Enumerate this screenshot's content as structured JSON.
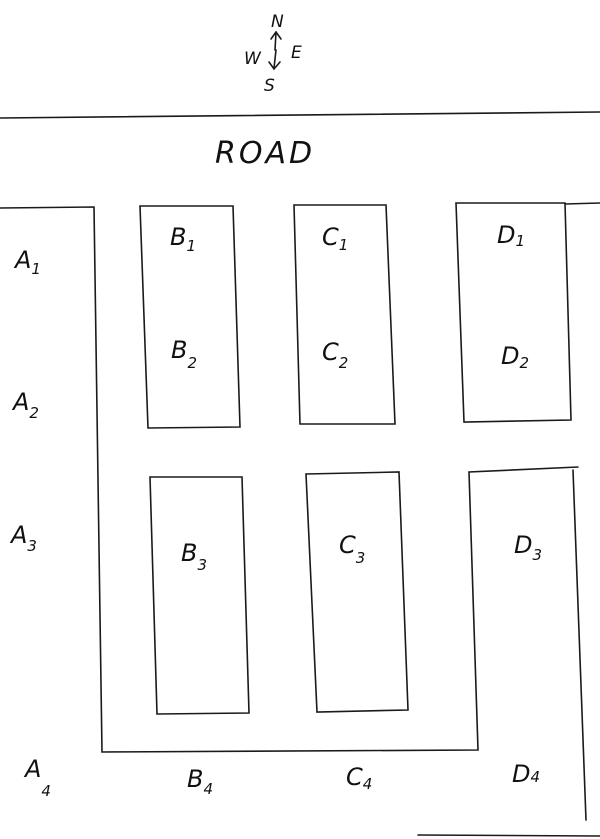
{
  "compass": {
    "north": "N",
    "south": "S",
    "east": "E",
    "west": "W"
  },
  "road_label": "ROAD",
  "lots": {
    "A1": {
      "letter": "A",
      "number": "1"
    },
    "A2": {
      "letter": "A",
      "number": "2"
    },
    "A3": {
      "letter": "A",
      "number": "3"
    },
    "A4": {
      "letter": "A",
      "number": "4"
    },
    "B1": {
      "letter": "B",
      "number": "1"
    },
    "B2": {
      "letter": "B",
      "number": "2"
    },
    "B3": {
      "letter": "B",
      "number": "3"
    },
    "B4": {
      "letter": "B",
      "number": "4"
    },
    "C1": {
      "letter": "C",
      "number": "1"
    },
    "C2": {
      "letter": "C",
      "number": "2"
    },
    "C3": {
      "letter": "C",
      "number": "3"
    },
    "C4": {
      "letter": "C",
      "number": "4"
    },
    "D1": {
      "letter": "D",
      "number": "1"
    },
    "D2": {
      "letter": "D",
      "number": "2"
    },
    "D3": {
      "letter": "D",
      "number": "3"
    },
    "D4": {
      "letter": "D",
      "number": "4"
    }
  }
}
